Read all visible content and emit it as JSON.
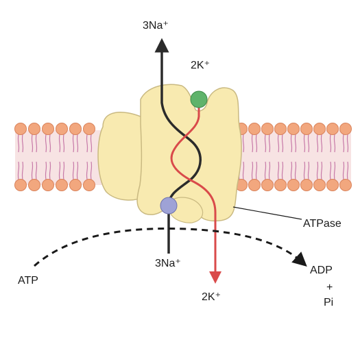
{
  "labels": {
    "na_out": "3Na⁺",
    "k_in_top": "2K⁺",
    "atpase": "ATPase",
    "na_in_bottom": "3Na⁺",
    "atp": "ATP",
    "adp": "ADP",
    "plus": "+",
    "pi": "Pi",
    "k_out_bottom": "2K⁺"
  },
  "colors": {
    "background": "#ffffff",
    "lipid_head": "#f2a77e",
    "lipid_head_stroke": "#d9825a",
    "lipid_tail": "#c77aa8",
    "membrane_band": "#f7e3e3",
    "protein_fill": "#f8eab0",
    "protein_stroke": "#c9b981",
    "sodium_path": "#2b2b2b",
    "potassium_path": "#d94a4a",
    "k_site": "#5fb36b",
    "na_site": "#9ea2d6",
    "dashed_arrow": "#1a1a1a"
  }
}
